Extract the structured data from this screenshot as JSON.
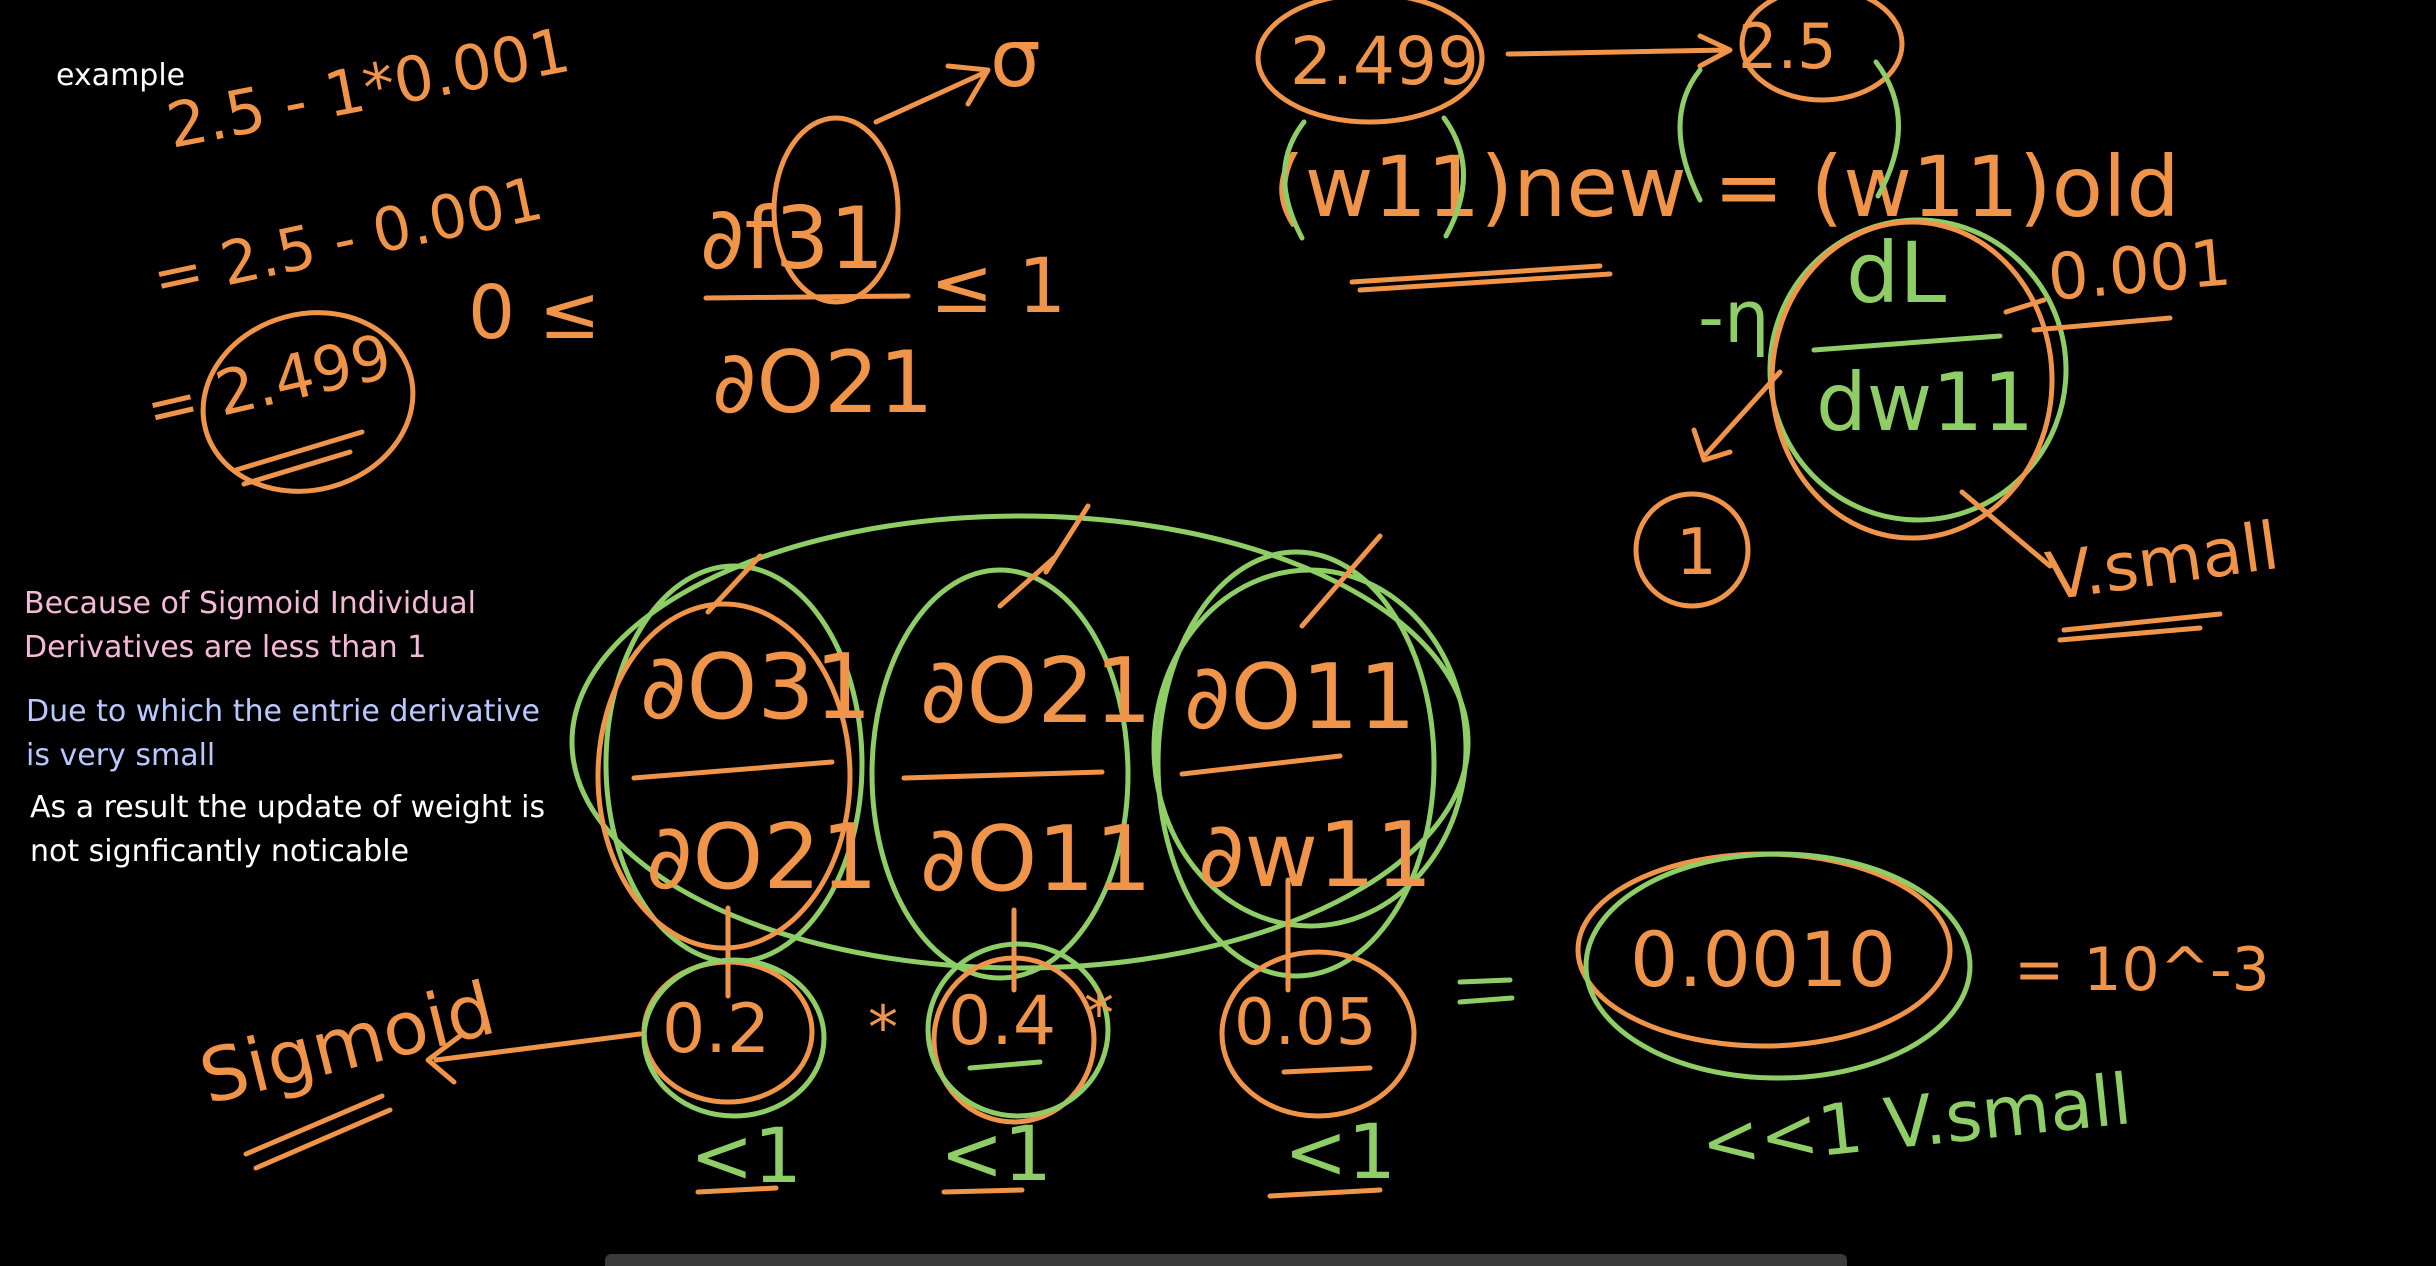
{
  "labels": {
    "example": "example"
  },
  "notes": [
    {
      "line1": "Because of Sigmoid Individual",
      "line2": "Derivatives are less than 1",
      "color": "#f5b8d8"
    },
    {
      "line1": "Due to which the entrie derivative",
      "line2": "is very small",
      "color": "#b9c8ff"
    },
    {
      "line1": "As a result the update of weight is",
      "line2": "not signficantly noticable",
      "color": "#ffffff"
    }
  ],
  "ink_colors": {
    "orange": "#f0944a",
    "green": "#8fce66"
  },
  "handwriting": {
    "calc_line1": "2.5 - 1*0.001",
    "calc_line2": "= 2.5 - 0.001",
    "calc_line3": "= 2.499",
    "bound_left": "0 ≤",
    "partial_top": "∂f31",
    "partial_bottom": "∂O21",
    "bound_right": "≤ 1",
    "sigma": "σ",
    "new_value": "2.499",
    "old_value": "2.5",
    "w_new": "(w11)new = (w11)old",
    "minus_eta": "-η",
    "dl": "dL",
    "dw": "dw11",
    "lr_value": "0.001",
    "eta_value": "1",
    "very_small_top": "V.small",
    "frac1_top": "∂O31",
    "frac1_bottom": "∂O21",
    "frac2_top": "∂O21",
    "frac2_bottom": "∂O11",
    "frac3_top": "∂O11",
    "frac3_bottom": "∂w11",
    "val1": "0.2",
    "val2": "0.4",
    "val3": "0.05",
    "result": "0.0010",
    "result_pow": "= 10^-3",
    "less1_a": "<1",
    "less1_b": "<1",
    "less1_c": "<1",
    "very_small_bottom": "<<1 V.small",
    "sigmoid": "Sigmoid"
  }
}
